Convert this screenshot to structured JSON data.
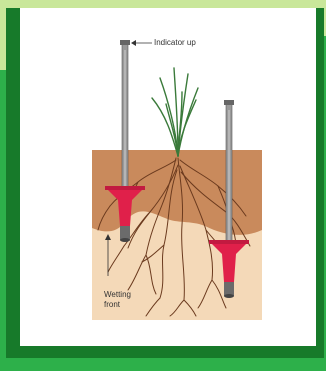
{
  "annotations": {
    "indicator_up": "Indicator up",
    "wetting_front_line1": "Wetting",
    "wetting_front_line2": "front"
  },
  "colors": {
    "outer_green": "#2db04a",
    "dark_green": "#177a2a",
    "light_green": "#c9e79a",
    "wet_soil": "#c98a5c",
    "dry_soil": "#f4d9b8",
    "tensiometer_red": "#e0204a",
    "tube_gray": "#9a9a9a",
    "root_brown": "#6b3a1e",
    "grass_green": "#3a7a3a"
  }
}
